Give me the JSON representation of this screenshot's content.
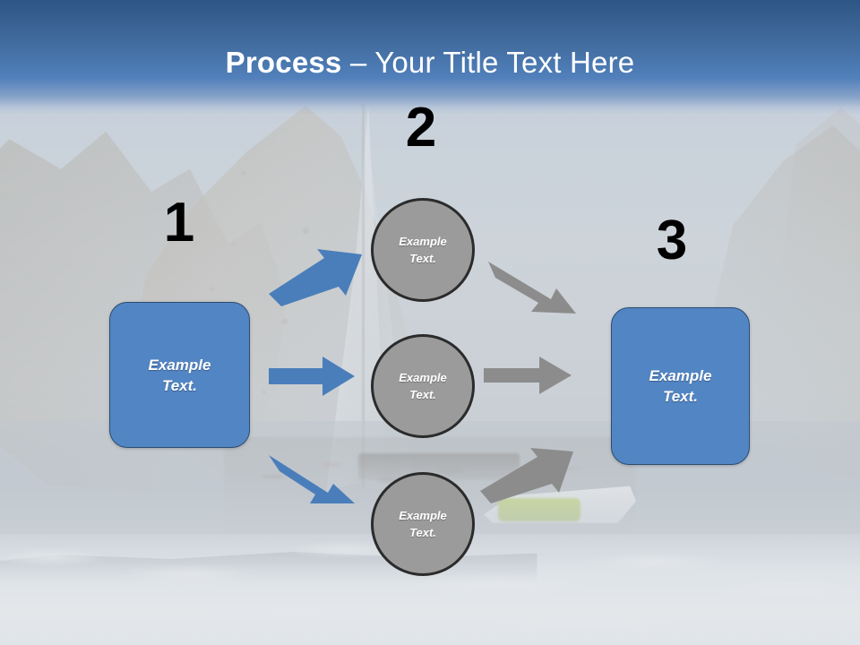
{
  "slide": {
    "title_bold": "Process",
    "title_separator": " – ",
    "title_rest": "Your Title Text Here",
    "background_description": "Washed-out coastal photo: rocky cliffs, sailboat mast and sail, harbour boats, breaking surf",
    "colors": {
      "header_gradient_top": "#2d5685",
      "header_gradient_bottom": "#5180bb",
      "box_fill": "#5285c3",
      "box_border": "#2d4d73",
      "circle_fill": "#9b9b9b",
      "circle_border": "#2b2b2b",
      "blue_arrow": "#4a7ebb",
      "gray_arrow": "#8c8c8c",
      "number_color": "#000000",
      "text_color": "#ffffff"
    }
  },
  "steps": [
    {
      "number": "1",
      "label": "Example\nText."
    },
    {
      "number": "2",
      "label": "Example\nText."
    },
    {
      "number": "3",
      "label": "Example\nText."
    }
  ],
  "stage2_items": [
    {
      "label": "Example\nText."
    },
    {
      "label": "Example\nText."
    },
    {
      "label": "Example\nText."
    }
  ],
  "arrows": [
    {
      "name": "blue-arrow-up",
      "direction": "up-right",
      "color": "#4a7ebb"
    },
    {
      "name": "blue-arrow-straight",
      "direction": "right",
      "color": "#4a7ebb"
    },
    {
      "name": "blue-arrow-down",
      "direction": "down-right",
      "color": "#4a7ebb"
    },
    {
      "name": "gray-arrow-down",
      "direction": "down-right",
      "color": "#8c8c8c"
    },
    {
      "name": "gray-arrow-straight",
      "direction": "right",
      "color": "#8c8c8c"
    },
    {
      "name": "gray-arrow-up",
      "direction": "up-right",
      "color": "#8c8c8c"
    }
  ]
}
